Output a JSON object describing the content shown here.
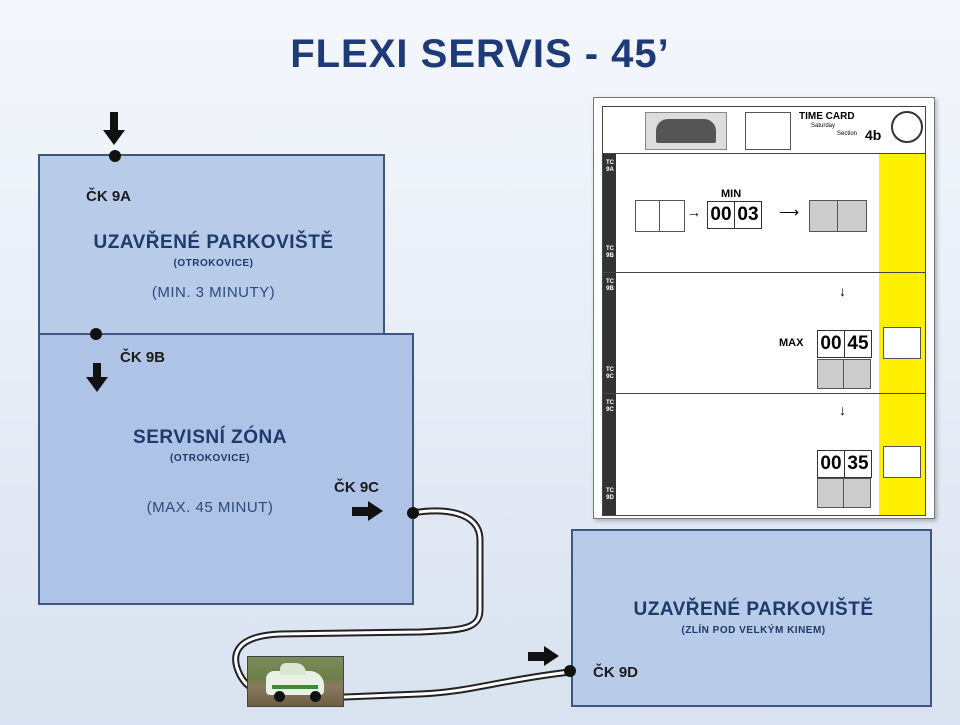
{
  "title": "FLEXI  SERVIS  -  45’",
  "box_top": {
    "cp": "ČK  9A",
    "name": "UZAVŘENÉ  PARKOVIŠTĚ",
    "location": "(OTROKOVICE)",
    "note": "(MIN. 3 MINUTY)"
  },
  "box_service": {
    "cp": "ČK  9B",
    "name": "SERVISNÍ  ZÓNA",
    "location": "(OTROKOVICE)",
    "note": "(MAX. 45 MINUT)",
    "exit_cp": "ČK  9C"
  },
  "box_bottom": {
    "name": "UZAVŘENÉ  PARKOVIŠTĚ",
    "location": "(ZLÍN POD VELKÝM KINEM)",
    "cp": "ČK  9D"
  },
  "time_card": {
    "title": "TIME CARD",
    "day": "Saturday",
    "section_label": "Section",
    "section_num": "4b",
    "sections": [
      {
        "side_top": "TC 9A",
        "side_bottom": "TC 9B",
        "min_label": "MIN",
        "digits": [
          "00",
          "03"
        ]
      },
      {
        "side_top": "TC 9B",
        "side_bottom": "TC 9C",
        "max_label": "MAX",
        "digits": [
          "00",
          "45"
        ]
      },
      {
        "side_top": "TC 9C",
        "side_bottom": "TC 9D",
        "digits": [
          "00",
          "35"
        ]
      }
    ]
  },
  "colors": {
    "title": "#1f3a78",
    "box_fill": "#b8cbe9",
    "box_border": "#3e5680",
    "yellow": "#ffef00"
  }
}
